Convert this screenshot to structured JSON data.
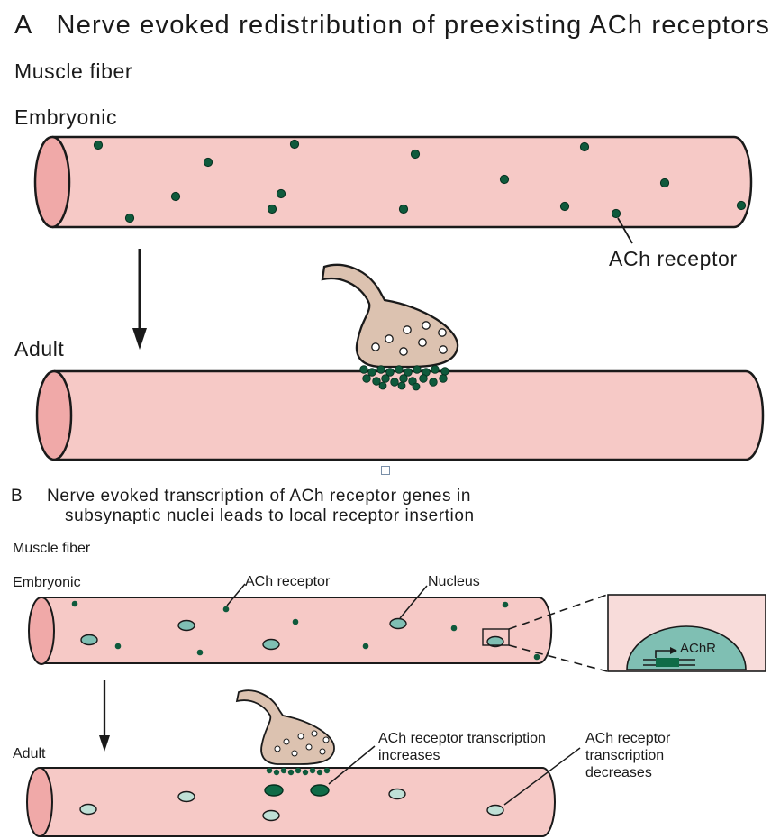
{
  "panel_a": {
    "letter": "A",
    "title": "Nerve evoked redistribution of preexisting ACh receptors",
    "muscle_fiber_label": "Muscle fiber",
    "embryonic_label": "Embryonic",
    "adult_label": "Adult",
    "receptor_callout": "ACh receptor"
  },
  "panel_b": {
    "letter": "B",
    "title_line1": "Nerve evoked transcription of ACh receptor genes in",
    "title_line2": "subsynaptic nuclei leads to local receptor insertion",
    "muscle_fiber_label": "Muscle fiber",
    "embryonic_label": "Embryonic",
    "adult_label": "Adult",
    "receptor_callout": "ACh receptor",
    "nucleus_callout": "Nucleus",
    "inset_gene_label": "AChR",
    "increase_callout": "ACh receptor transcription increases",
    "decrease_callout": "ACh receptor transcription decreases"
  },
  "colors": {
    "fiber_fill": "#f6c9c6",
    "fiber_stroke": "#1a1a1a",
    "terminal_fill": "#dcc2b0",
    "receptor": "#0f5a3c",
    "nucleus": "#7fbfb3",
    "nucleus_pale": "#bfe0d6",
    "nucleus_dark": "#0f6b47"
  },
  "icons": [
    "arrow-down-icon",
    "synaptic-vesicle-icon",
    "transcription-arrow-icon"
  ]
}
